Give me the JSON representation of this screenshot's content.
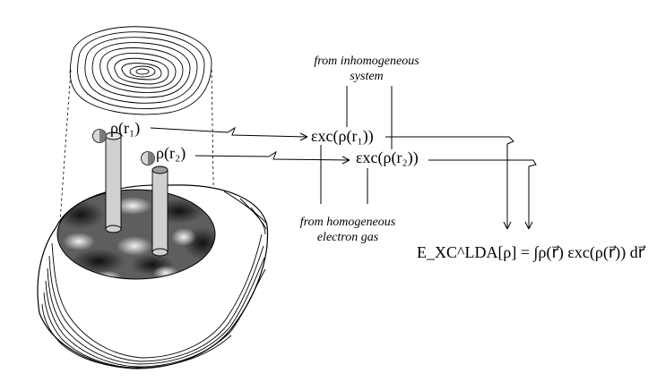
{
  "labels": {
    "rho1": "ρ(r₁)",
    "rho2": "ρ(r₂)",
    "eps1": "εxc(ρ(r₁))",
    "eps2": "εxc(ρ(r₂))",
    "note_top": [
      "from inhomogeneous",
      "system"
    ],
    "note_bottom": [
      "from homogeneous",
      "electron gas"
    ],
    "equation": "E_XC^LDA[ρ] = ∫ρ(r⃗) εxc(ρ(r⃗)) dr⃗"
  },
  "colors": {
    "line": "#000000",
    "cylinder_fill": "#d0d0d0",
    "background": "#ffffff"
  }
}
